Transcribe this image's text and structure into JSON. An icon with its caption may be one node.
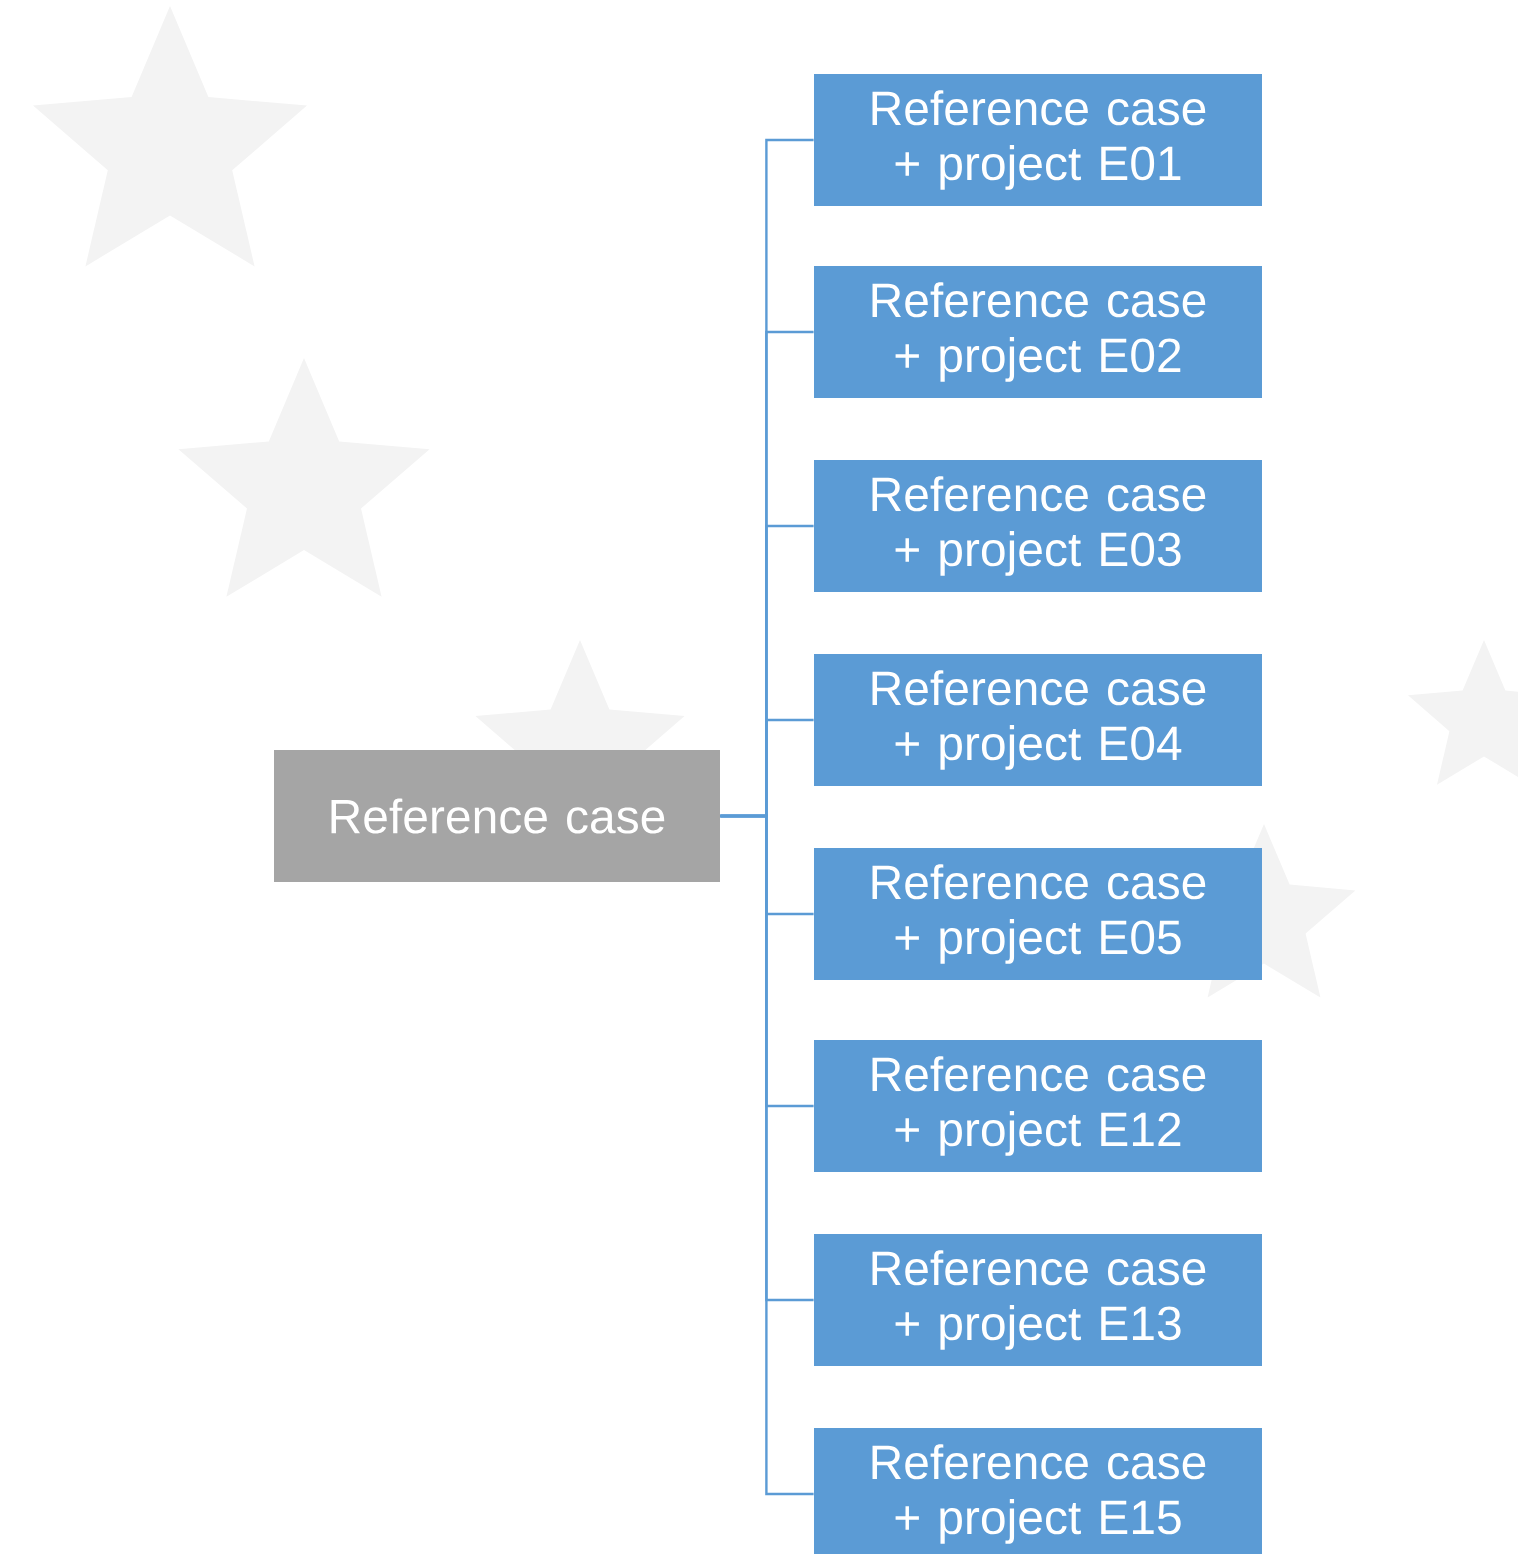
{
  "diagram": {
    "nodes": [
      {
        "text": [
          "Reference case"
        ]
      },
      {
        "text": [
          "Reference case + project E01"
        ]
      },
      {
        "text": [
          "Reference case + project E02"
        ]
      },
      {
        "text": [
          "Reference case + project E03"
        ]
      },
      {
        "text": [
          "Reference case + project E04"
        ]
      },
      {
        "text": [
          "Reference case + project E05"
        ]
      },
      {
        "text": [
          "Reference case + project E12"
        ]
      },
      {
        "text": [
          "Reference case + project E13"
        ]
      },
      {
        "text": [
          "Reference case + project E15"
        ]
      }
    ],
    "edges": [
      {
        "from": 0,
        "to": 1,
        "arrow": "none"
      },
      {
        "from": 0,
        "to": 2,
        "arrow": "none"
      },
      {
        "from": 0,
        "to": 3,
        "arrow": "none"
      },
      {
        "from": 0,
        "to": 4,
        "arrow": "none"
      },
      {
        "from": 0,
        "to": 5,
        "arrow": "none"
      },
      {
        "from": 0,
        "to": 6,
        "arrow": "none"
      },
      {
        "from": 0,
        "to": 7,
        "arrow": "none"
      },
      {
        "from": 0,
        "to": 8,
        "arrow": "none"
      }
    ]
  }
}
